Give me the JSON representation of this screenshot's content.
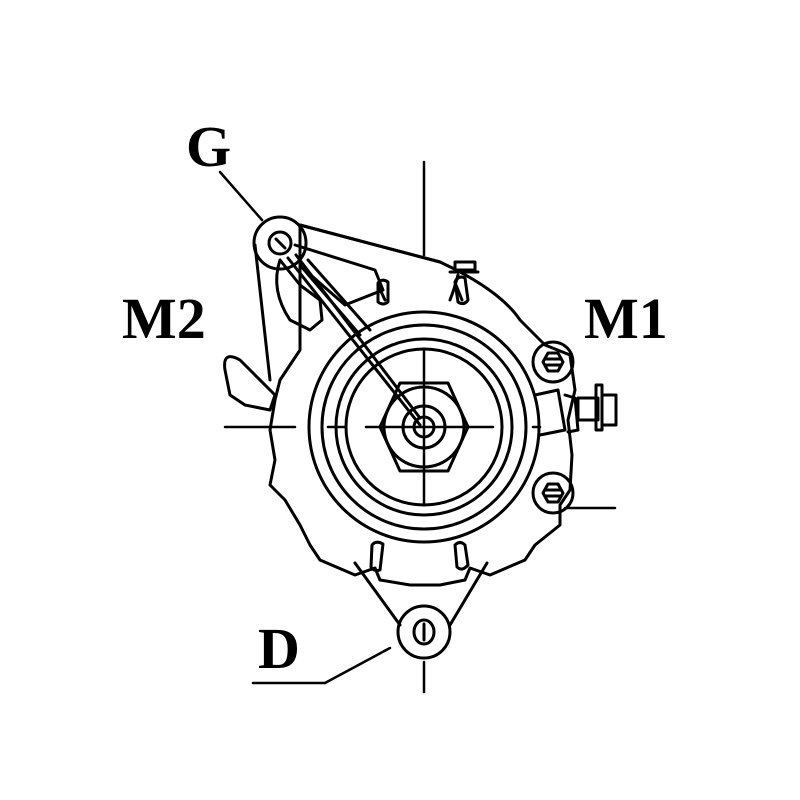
{
  "diagram": {
    "subject": "alternator-front-view",
    "labels": {
      "g": "G",
      "m1": "M1",
      "m2": "M2",
      "d": "D"
    },
    "stroke_color": "#000000",
    "background_color": "#ffffff"
  }
}
